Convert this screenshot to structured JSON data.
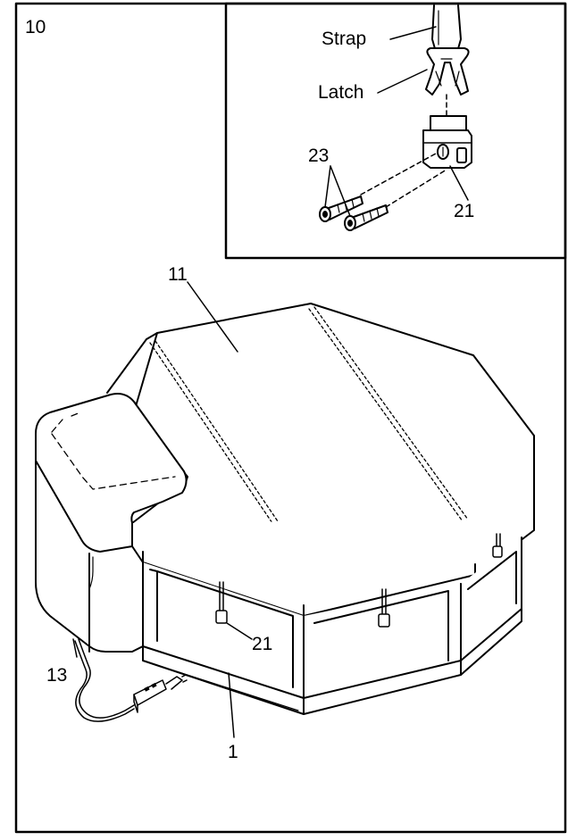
{
  "step_number": "10",
  "inset": {
    "labels": {
      "strap": "Strap",
      "latch": "Latch",
      "screws": "23",
      "bracket": "21"
    }
  },
  "main": {
    "labels": {
      "cover": "11",
      "bracket": "21",
      "cabinet": "13",
      "base": "1"
    }
  }
}
